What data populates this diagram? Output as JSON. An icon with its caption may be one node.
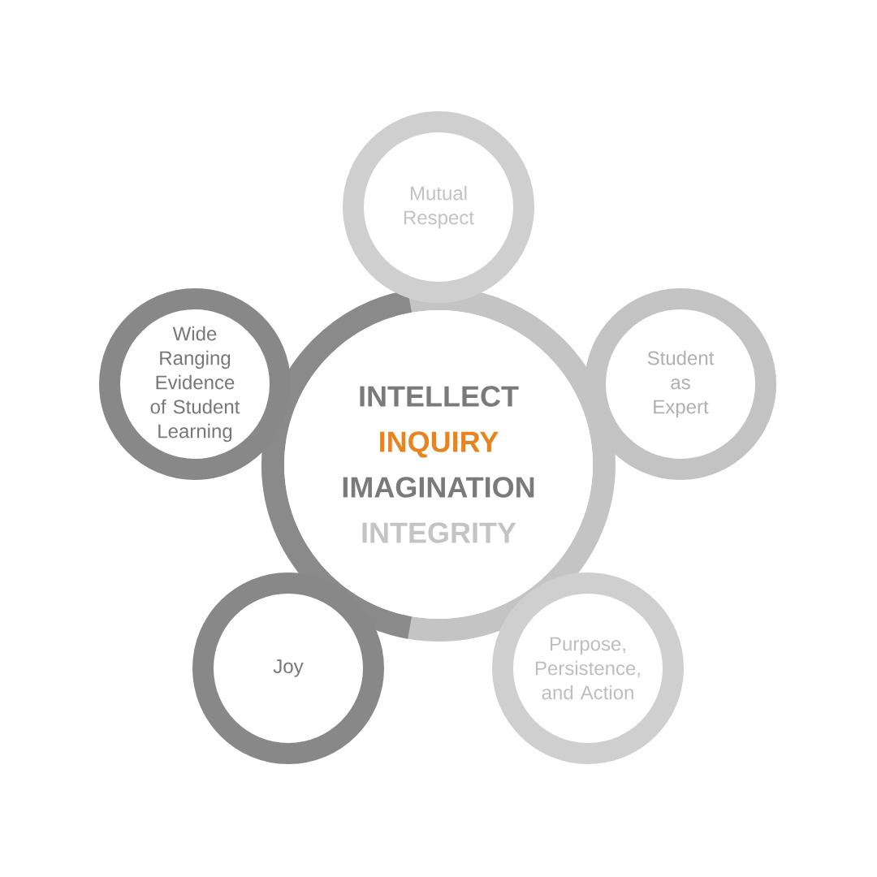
{
  "diagram": {
    "nodes": [
      {
        "text": [
          "INTELLECT",
          "INQUIRY",
          "IMAGINATION",
          "INTEGRITY"
        ]
      },
      {
        "text": [
          "Mutual Respect"
        ]
      },
      {
        "text": [
          "Student as Expert"
        ]
      },
      {
        "text": [
          "Purpose, Persistence, and Action"
        ]
      },
      {
        "text": [
          "Joy"
        ]
      },
      {
        "text": [
          "Wide Ranging Evidence of Student Learning"
        ]
      }
    ],
    "edges": []
  }
}
